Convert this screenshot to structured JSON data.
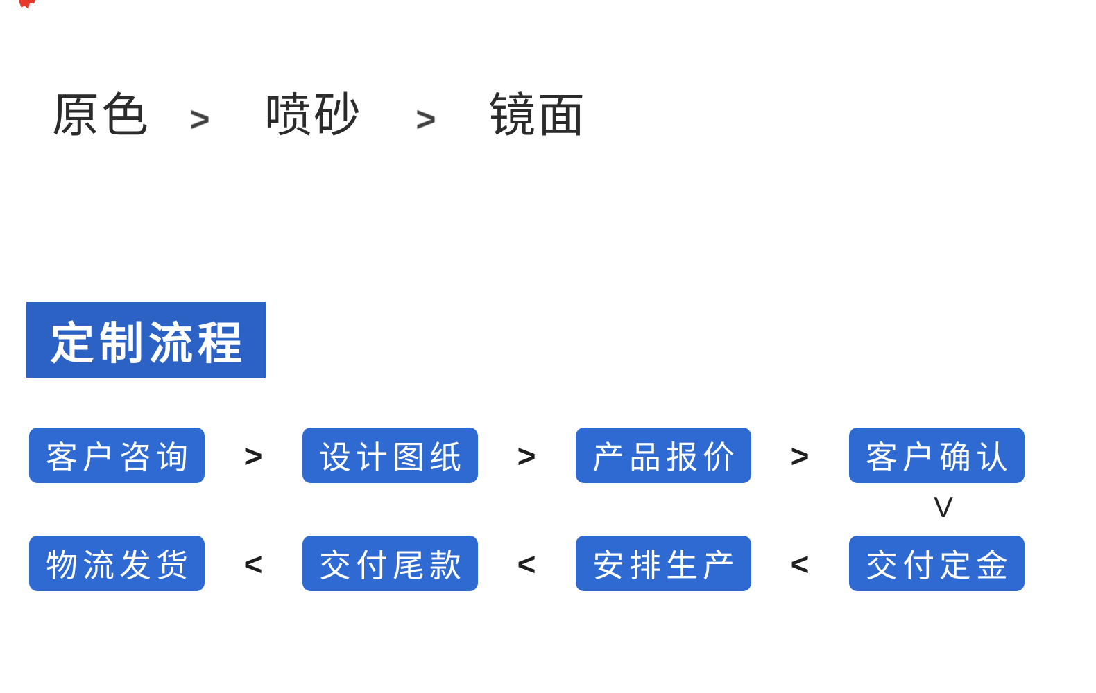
{
  "colors": {
    "banner_blue": "#2d62c5",
    "box_blue": "#2f6ad2",
    "text_dark": "#2b2b2b",
    "red_fragment": "#e8382c"
  },
  "finish_row": {
    "options": [
      "原色",
      "喷砂",
      "镜面"
    ],
    "separator": ">"
  },
  "section_banner": {
    "title": "定制流程"
  },
  "flow": {
    "row1": {
      "steps": [
        "客户咨询",
        "设计图纸",
        "产品报价",
        "客户确认"
      ],
      "separator": ">"
    },
    "down_connector": "V",
    "row2": {
      "steps": [
        "物流发货",
        "交付尾款",
        "安排生产",
        "交付定金"
      ],
      "separator": "<"
    }
  }
}
